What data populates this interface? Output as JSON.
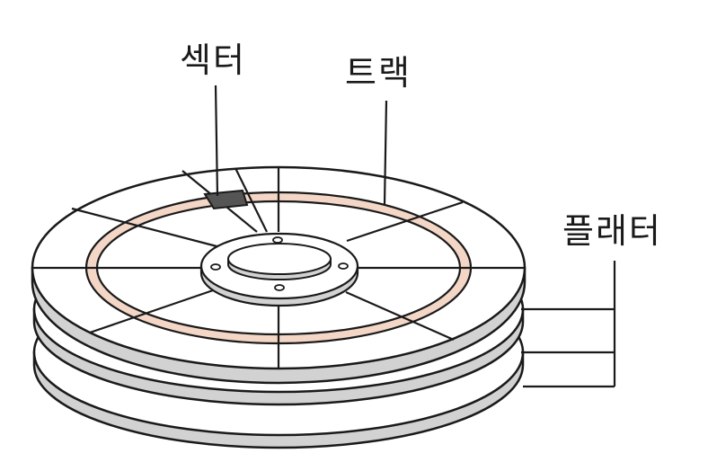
{
  "labels": {
    "sector": "섹터",
    "track": "트랙",
    "platter": "플래터"
  },
  "colors": {
    "track": "#f3d6c6",
    "sector": "#555555",
    "platter_edge": "#d2d2d2",
    "outline": "#1a1a1a",
    "surface": "#ffffff"
  },
  "platter_count": 3,
  "sector_count": 10
}
